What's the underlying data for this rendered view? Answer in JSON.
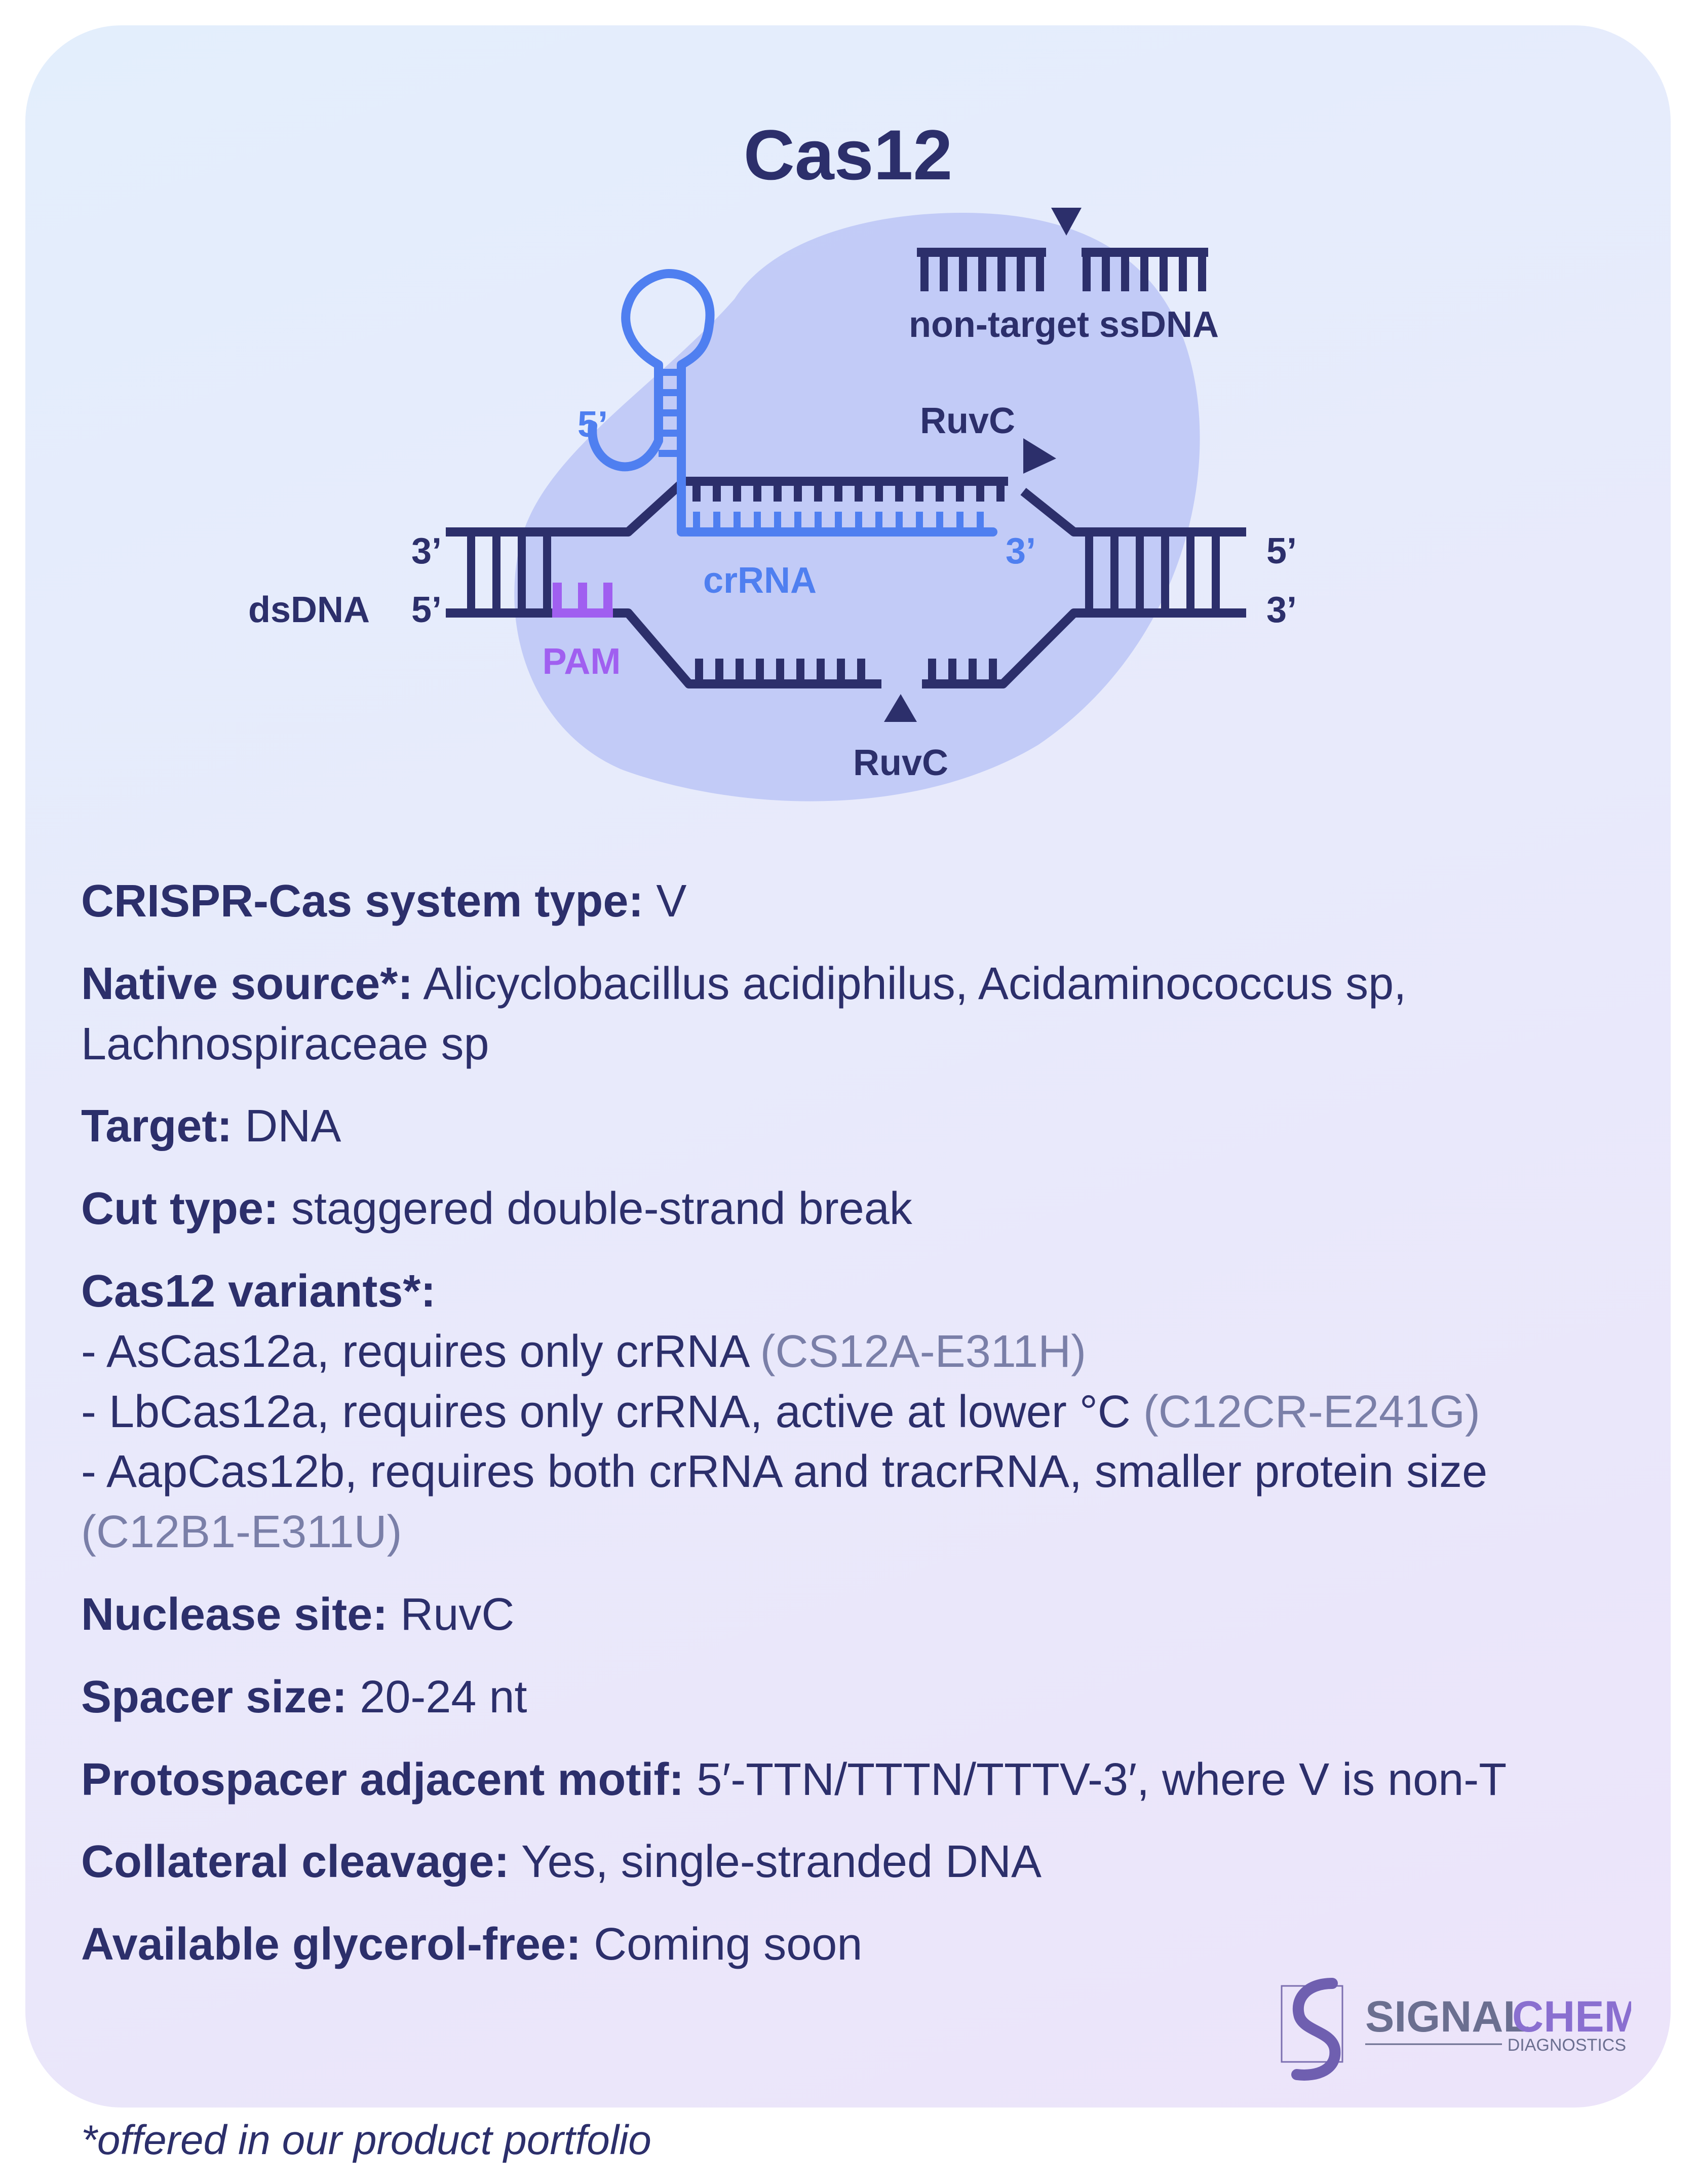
{
  "title": "Cas12",
  "diagram": {
    "labels": {
      "non_target": "non-target ssDNA",
      "ruvc_top": "RuvC",
      "ruvc_bottom": "RuvC",
      "five_prime_rna": "5’",
      "three_prime_rna": "3’",
      "crrna": "crRNA",
      "dsdna": "dsDNA",
      "left_3": "3’",
      "left_5": "5’",
      "right_5": "5’",
      "right_3": "3’",
      "pam": "PAM"
    },
    "colors": {
      "dna": "#2c2f6b",
      "rna": "#4f7ff0",
      "pam": "#a05ff0",
      "blob": "#b9c3f5"
    }
  },
  "info": {
    "system_type": {
      "label": "CRISPR-Cas system type:",
      "value": "V"
    },
    "native_source": {
      "label": "Native source*:",
      "value": "Alicyclobacillus acidiphilus, Acidaminococcus sp,",
      "value2": "Lachnospiraceae sp"
    },
    "target": {
      "label": "Target:",
      "value": "DNA"
    },
    "cut_type": {
      "label": "Cut type:",
      "value": "staggered double-strand break"
    },
    "variants": {
      "label": "Cas12 variants*:",
      "items": [
        {
          "text": "-  AsCas12a, requires only crRNA",
          "cat": "(CS12A-E311H)"
        },
        {
          "text": "-  LbCas12a, requires only crRNA, active at lower °C",
          "cat": "(C12CR-E241G)"
        },
        {
          "text": "-  AapCas12b, requires both crRNA and tracrRNA, smaller protein size",
          "cat": "(C12B1-E311U)"
        }
      ]
    },
    "nuclease_site": {
      "label": "Nuclease site:",
      "value": "RuvC"
    },
    "spacer_size": {
      "label": "Spacer size:",
      "value": "20-24 nt"
    },
    "pam_motif": {
      "label": "Protospacer adjacent motif:",
      "value": "5′-TTN/TTTN/TTTV-3′, where V is non-T"
    },
    "collateral": {
      "label": "Collateral cleavage:",
      "value": "Yes, single-stranded DNA"
    },
    "glycerol_free": {
      "label": "Available glycerol-free:",
      "value": "Coming soon"
    }
  },
  "logo": {
    "brand_a": "SIGNAL",
    "brand_b": "CHEM",
    "sub": "DIAGNOSTICS"
  },
  "footnote": "*offered in our product portfolio"
}
